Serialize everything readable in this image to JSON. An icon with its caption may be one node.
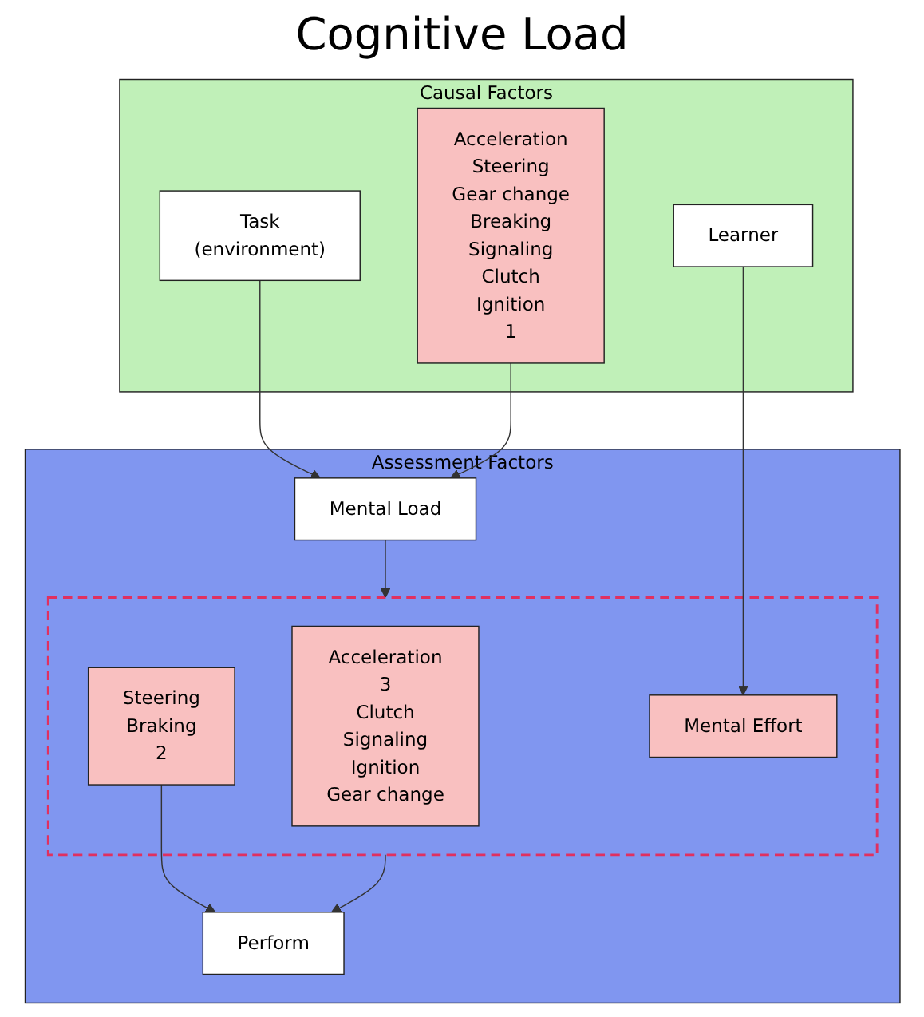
{
  "diagram": {
    "title": "Cognitive Load",
    "nodes": [
      {
        "text": [
          "Causal Factors"
        ]
      },
      {
        "text": [
          "Task",
          "(environment)"
        ],
        "in": 0
      },
      {
        "text": [
          "Acceleration",
          "Steering",
          "Gear change",
          "Breaking",
          "Signaling",
          "Clutch",
          "Ignition",
          "1"
        ],
        "in": 0
      },
      {
        "text": [
          "Learner"
        ],
        "in": 0
      },
      {
        "text": [
          "Assessment Factors"
        ]
      },
      {
        "text": [
          "Mental Load"
        ],
        "in": 4
      },
      {
        "text": [],
        "shape": "box",
        "in": 4
      },
      {
        "text": [
          "Acceleration",
          "3",
          "Clutch",
          "Signaling",
          "Ignition",
          "Gear change"
        ],
        "in": 6
      },
      {
        "text": [
          "Steering",
          "Braking",
          "2"
        ],
        "in": 6
      },
      {
        "text": [
          "Mental Effort"
        ],
        "in": 6
      },
      {
        "text": [
          "Perform"
        ],
        "in": 4
      }
    ],
    "edges": [
      {
        "from": 1,
        "to": 5,
        "arrow": "to"
      },
      {
        "from": 2,
        "to": 5,
        "arrow": "to"
      },
      {
        "from": 3,
        "to": 9,
        "arrow": "to"
      },
      {
        "from": 5,
        "to": 6,
        "arrow": "to"
      },
      {
        "from": 6,
        "to": 10,
        "arrow": "to"
      },
      {
        "from": 8,
        "to": 10,
        "arrow": "to"
      }
    ]
  }
}
